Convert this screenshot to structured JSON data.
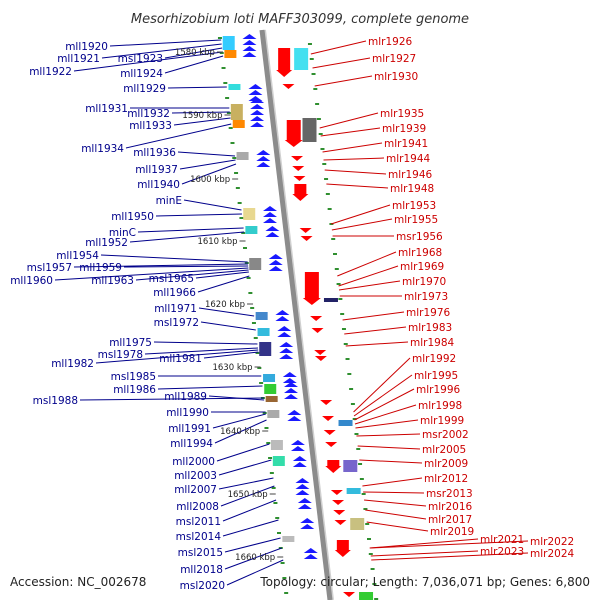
{
  "title": "Mesorhizobium loti MAFF303099, complete genome",
  "accession": "Accession: NC_002678",
  "topology": "Topology: circular; Length: 7,036,071 bp; Genes: 6,800",
  "colors": {
    "left_label": "#00008b",
    "right_label": "#cc0000",
    "backbone": "#8c8c8c",
    "tick": "#2f8f2f",
    "left_arrow": "#1a1aff",
    "right_arrow": "#ff0000"
  },
  "kbp_labels": [
    "1580 kbp",
    "1590 kbp",
    "1600 kbp",
    "1610 kbp",
    "1620 kbp",
    "1630 kbp",
    "1640 kbp",
    "1650 kbp",
    "1660 kbp"
  ],
  "left_genes": [
    "mll1920",
    "mll1921",
    "msl1923",
    "mll1922",
    "mll1924",
    "mll1929",
    "mll1931",
    "mll1932",
    "mll1933",
    "mll1934",
    "mll1936",
    "mll1937",
    "mll1940",
    "minE",
    "mll1950",
    "minC",
    "mll1952",
    "mll1954",
    "msl1957",
    "mll1959",
    "mll1960",
    "mll1963",
    "msl1965",
    "mll1966",
    "mll1971",
    "msl1972",
    "mll1975",
    "msl1978",
    "mll1982",
    "mll1981",
    "msl1985",
    "mll1986",
    "msl1988",
    "mll1989",
    "mll1990",
    "mll1991",
    "mll1994",
    "mll2000",
    "mll2003",
    "mll2007",
    "mll2008",
    "msl2011",
    "msl2014",
    "msl2015",
    "mll2018",
    "msl2020"
  ],
  "right_genes": [
    "mlr1926",
    "mlr1927",
    "mlr1930",
    "mlr1935",
    "mlr1939",
    "mlr1941",
    "mlr1944",
    "mlr1946",
    "mlr1948",
    "mlr1953",
    "mlr1955",
    "msr1956",
    "mlr1968",
    "mlr1969",
    "mlr1970",
    "mlr1973",
    "mlr1976",
    "mlr1983",
    "mlr1984",
    "mlr1992",
    "mlr1995",
    "mlr1996",
    "mlr1998",
    "mlr1999",
    "msr2002",
    "mlr2005",
    "mlr2009",
    "mlr2012",
    "msr2013",
    "mlr2016",
    "mlr2017",
    "mlr2019",
    "mlr2021",
    "mlr2022",
    "mlr2023",
    "mlr2024"
  ]
}
